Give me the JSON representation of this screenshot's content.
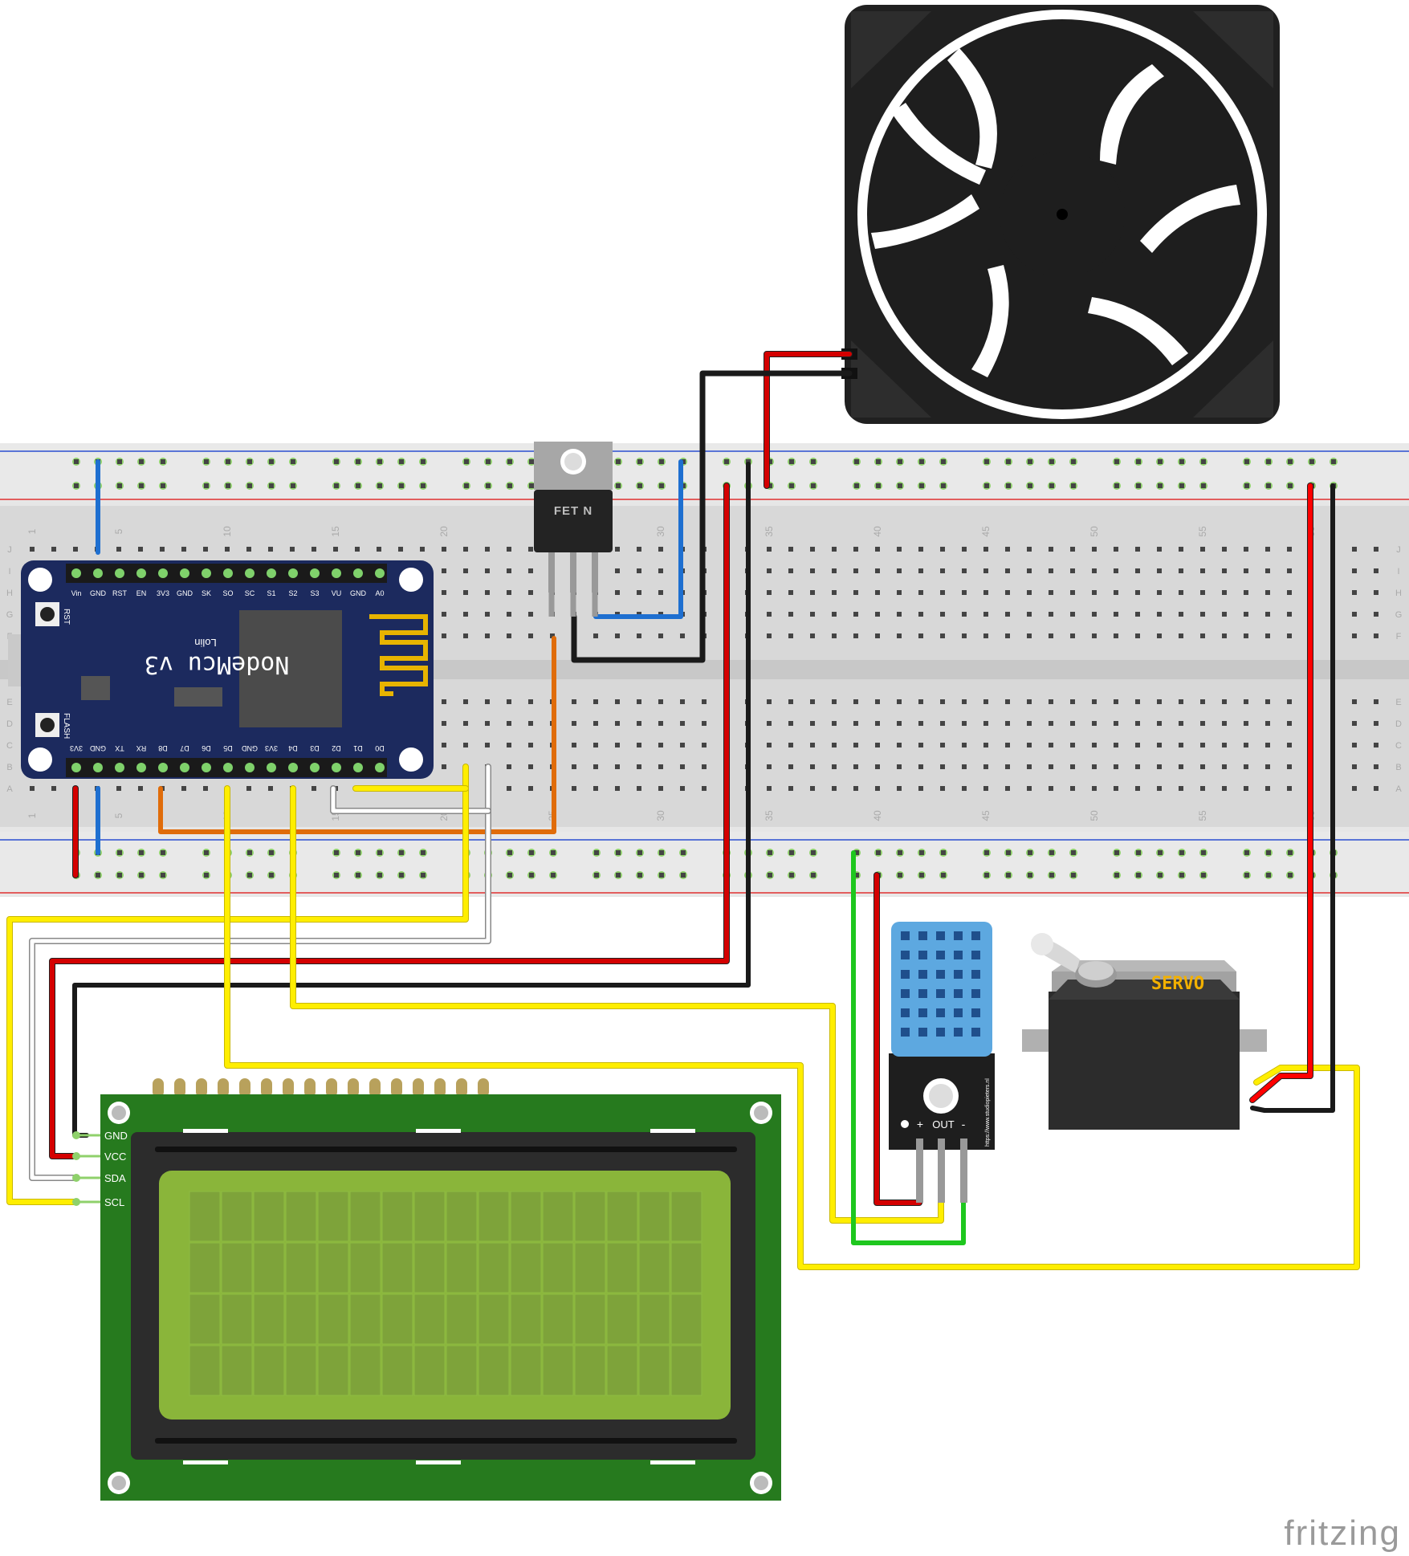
{
  "breadboard": {
    "row_letters_top": [
      "J",
      "I",
      "H",
      "G",
      "F"
    ],
    "row_letters_bottom": [
      "E",
      "D",
      "C",
      "B",
      "A"
    ],
    "column_numbers": [
      "1",
      "5",
      "10",
      "15",
      "20",
      "25",
      "30",
      "35",
      "40",
      "45",
      "50",
      "55",
      "60"
    ]
  },
  "nodemcu": {
    "title": "NodeMcu v3",
    "brand": "Lolin",
    "top_pins": [
      "Vin",
      "GND",
      "RST",
      "EN",
      "3V3",
      "GND",
      "SK",
      "SO",
      "SC",
      "S1",
      "S2",
      "S3",
      "VU",
      "GND",
      "A0"
    ],
    "bottom_pins": [
      "3V3",
      "GND",
      "TX",
      "RX",
      "D8",
      "D7",
      "D6",
      "D5",
      "GND",
      "3V3",
      "D4",
      "D3",
      "D2",
      "D1",
      "D0"
    ],
    "rst_label": "RST",
    "flash_label": "FLASH"
  },
  "mosfet": {
    "label": "FET N"
  },
  "lcd": {
    "pins": [
      "GND",
      "VCC",
      "SDA",
      "SCL"
    ]
  },
  "dht": {
    "label_plus": "+",
    "label_out": "OUT",
    "label_minus": "-",
    "url": "https://www.studiopieters.nl"
  },
  "servo": {
    "label": "SERVO"
  },
  "footer": {
    "brand": "fritzing"
  },
  "colors": {
    "wire_red": "#d40000",
    "wire_black": "#1a1a1a",
    "wire_blue": "#1e6fd0",
    "wire_yellow": "#ffee00",
    "wire_green": "#1ec71e",
    "wire_orange": "#e06c0a",
    "wire_white": "#ffffff",
    "nodemcu_board": "#1c2a5e",
    "lcd_board": "#267a1e",
    "lcd_screen": "#8ab53a",
    "dht_body": "#5da8e0"
  }
}
